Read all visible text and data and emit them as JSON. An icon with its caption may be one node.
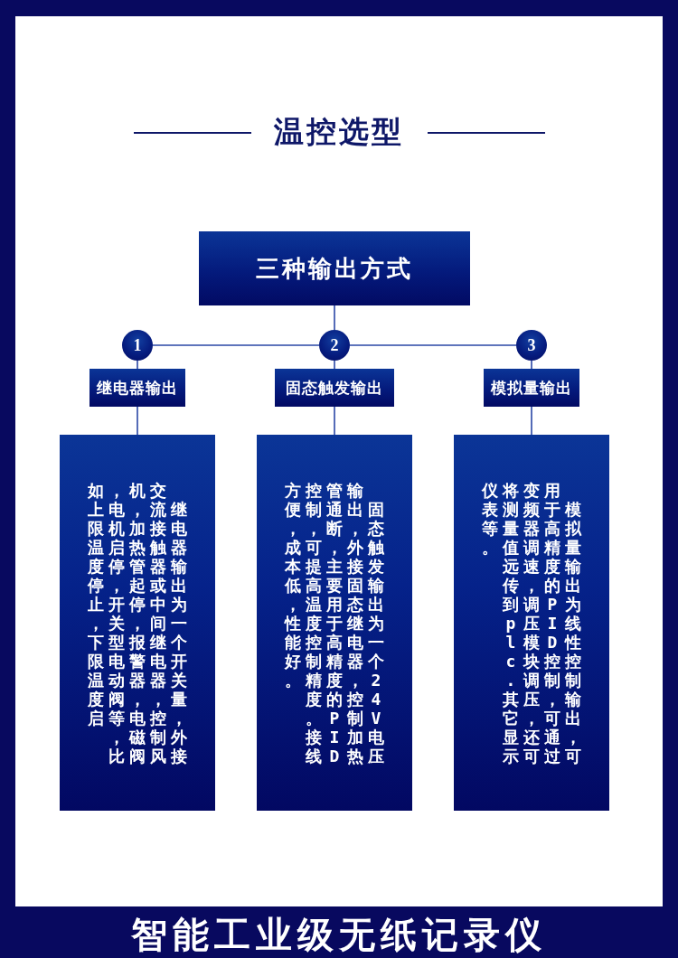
{
  "diagram": {
    "title": "温控选型",
    "nodes": [
      {
        "text": [
          "三种输出方式"
        ]
      },
      {
        "text": [
          "1"
        ]
      },
      {
        "text": [
          "2"
        ]
      },
      {
        "text": [
          "3"
        ]
      },
      {
        "text": [
          "继电器输出"
        ]
      },
      {
        "text": [
          "固态触发输出"
        ]
      },
      {
        "text": [
          "模拟量输出"
        ]
      },
      {
        "text": [
          "继电器输出为一个开关量，外接交流接触器或中间继电器，控制风机，加热管起停，报警器，电磁阀，电机启停，开关型电动阀等，比如上限温度停止，下限温度启"
        ]
      },
      {
        "text": [
          "固态触发输出为一个24V电压输出，外接固态继电器，控制加热管通断，主要用于高精度的PID控制，可提高温度控制精度。接线方便，成本低，性能好。"
        ]
      },
      {
        "text": [
          "模拟量输出为线性控制输出，可用于高精度的PID控制，可通过变频器调速，调压模块调压，还可将测量值远传到plc.其它显示仪表等。"
        ]
      }
    ],
    "edges": [
      {
        "from": 0,
        "to": 2,
        "arrow": "none"
      },
      {
        "from": 1,
        "to": 2,
        "arrow": "none"
      },
      {
        "from": 2,
        "to": 3,
        "arrow": "none"
      },
      {
        "from": 1,
        "to": 4,
        "arrow": "none"
      },
      {
        "from": 2,
        "to": 5,
        "arrow": "none"
      },
      {
        "from": 3,
        "to": 6,
        "arrow": "none"
      },
      {
        "from": 4,
        "to": 7,
        "arrow": "none"
      },
      {
        "from": 5,
        "to": 8,
        "arrow": "none"
      },
      {
        "from": 6,
        "to": 9,
        "arrow": "none"
      }
    ],
    "labels": [
      "智能工业级无纸记录仪"
    ]
  }
}
